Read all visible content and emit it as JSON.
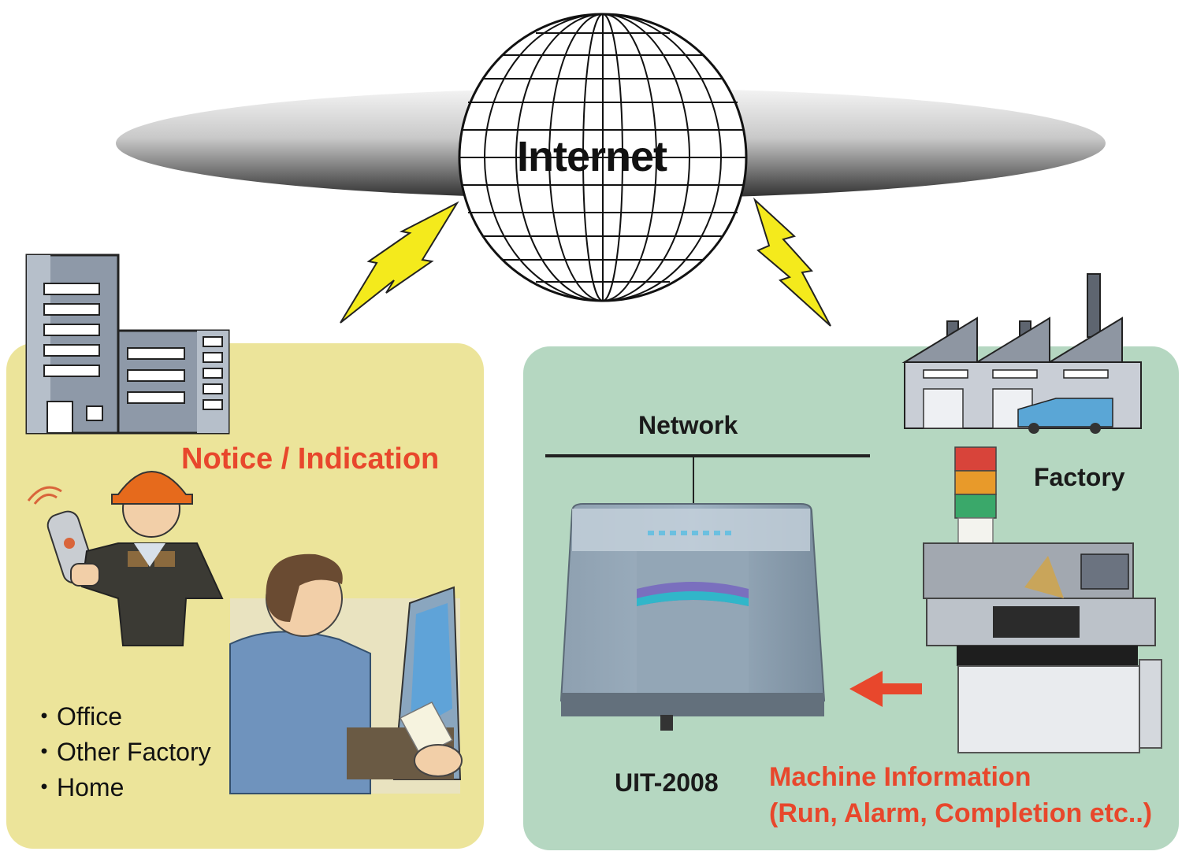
{
  "internet_label": "Internet",
  "left_panel": {
    "heading": "Notice / Indication",
    "locations": [
      {
        "bullet": "・",
        "label": "Office"
      },
      {
        "bullet": "・",
        "label": "Other Factory"
      },
      {
        "bullet": "・",
        "label": "Home"
      }
    ]
  },
  "right_panel": {
    "network_label": "Network",
    "factory_label": "Factory",
    "device_label": "UIT-2008",
    "machine_info_title": "Machine Information",
    "machine_info_detail": "(Run, Alarm, Completion etc..)"
  },
  "colors": {
    "left_panel_bg": "#ece49a",
    "right_panel_bg": "#b5d7c1",
    "accent_red": "#e8472c",
    "lightning_yellow": "#f4ea1c"
  }
}
